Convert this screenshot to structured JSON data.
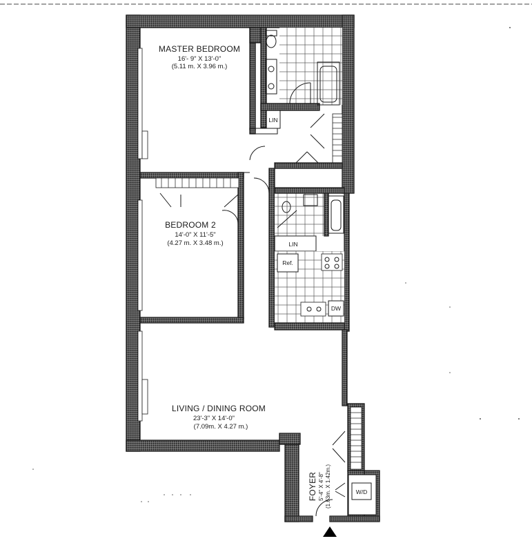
{
  "rooms": {
    "master_bedroom": {
      "name": "MASTER BEDROOM",
      "dim_ft": "16'- 9\" X 13'-0\"",
      "dim_m": "(5.11 m. X 3.96 m.)"
    },
    "bedroom_2": {
      "name": "BEDROOM 2",
      "dim_ft": "14'-0\" X 11'-5\"",
      "dim_m": "(4.27 m. X 3.48 m.)"
    },
    "living_dining": {
      "name": "LIVING / DINING ROOM",
      "dim_ft": "23'-3\" X 14'-0\"",
      "dim_m": "(7.09m. X 4.27 m.)"
    },
    "foyer": {
      "name": "FOYER",
      "dim_ft": "5'-4\" X 4'-8\"",
      "dim_m": "(1.63m. X 1.42m.)"
    }
  },
  "fixtures": {
    "lin_upper": "LIN",
    "lin_lower": "LIN",
    "ref": "Ref.",
    "dw": "DW",
    "wd": "W/D"
  },
  "colors": {
    "ink": "#1a1a1a",
    "paper": "#ffffff"
  }
}
